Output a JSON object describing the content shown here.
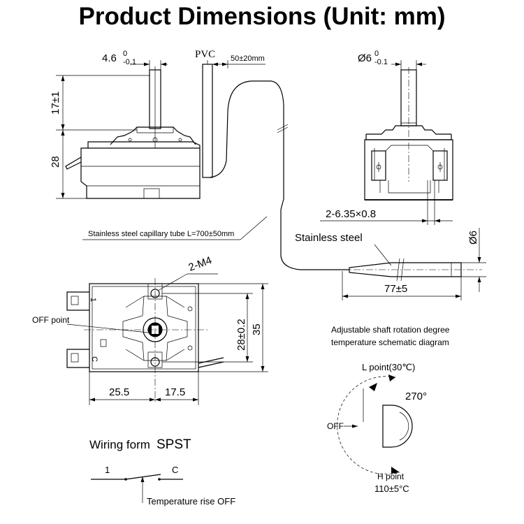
{
  "title": "Product Dimensions (Unit: mm)",
  "side_view": {
    "shaft_dia": "4.6",
    "shaft_dia_tol_upper": "0",
    "shaft_dia_tol_lower": "-0.1",
    "pvc_label": "PVC",
    "pvc_length": "50±20mm",
    "shaft_height": "17±1",
    "body_height": "28"
  },
  "end_view": {
    "shaft_dia": "Ø6",
    "shaft_dia_tol_upper": "0",
    "shaft_dia_tol_lower": "-0.1",
    "terminals": "2-6.35×0.8"
  },
  "capillary": {
    "label": "Stainless steel capillary tube L=700±50mm",
    "bulb_material": "Stainless steel",
    "bulb_dia": "Ø6",
    "bulb_length": "77±5"
  },
  "top_view": {
    "mount_holes": "2-M4",
    "off_point": "OFF  point",
    "hole_spacing": "28±0.2",
    "height": "35",
    "left_width": "25.5",
    "right_width": "17.5",
    "terminal_1": "1",
    "terminal_c": "C"
  },
  "rotation_diagram": {
    "title_line1": "Adjustable shaft rotation degree",
    "title_line2": "temperature schematic diagram",
    "l_point": "L point(30℃)",
    "angle": "270°",
    "off": "OFF",
    "h_point": "H point",
    "h_temp": "110±5°C"
  },
  "wiring": {
    "label": "Wiring form",
    "type": "SPST",
    "terminal_1": "1",
    "terminal_c": "C",
    "note": "Temperature rise OFF"
  }
}
